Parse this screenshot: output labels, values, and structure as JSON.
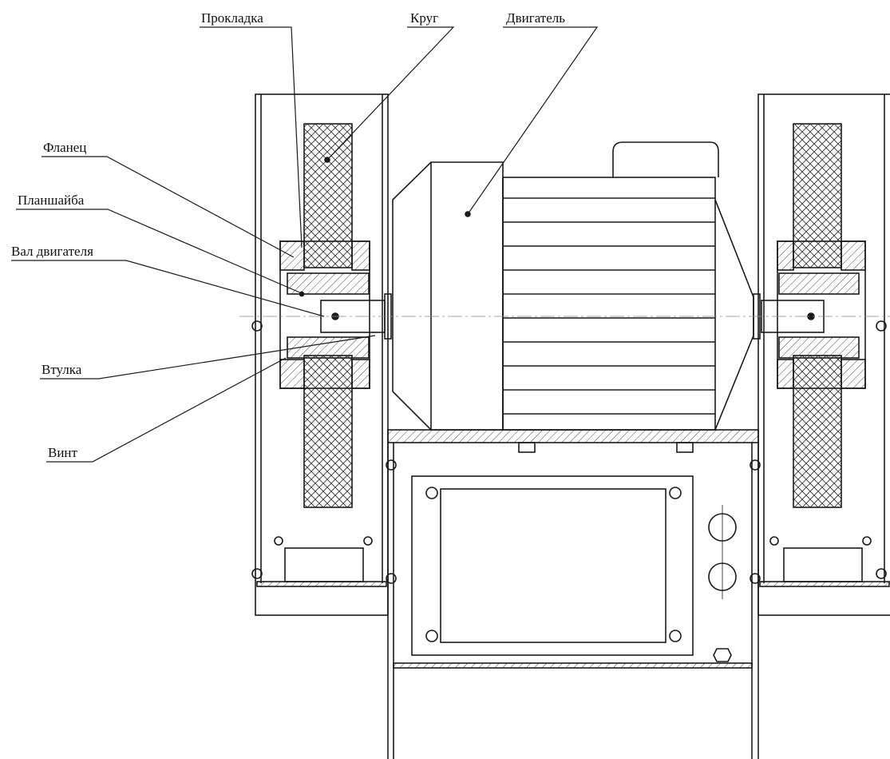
{
  "labels": {
    "gasket": "Прокладка",
    "wheel": "Круг",
    "motor": "Двигатель",
    "flange": "Фланец",
    "faceplate": "Планшайба",
    "motor_shaft": "Вал двигателя",
    "bushing": "Втулка",
    "screw": "Винт"
  },
  "colors": {
    "line": "#1a1a1a",
    "hatch": "#333333"
  }
}
